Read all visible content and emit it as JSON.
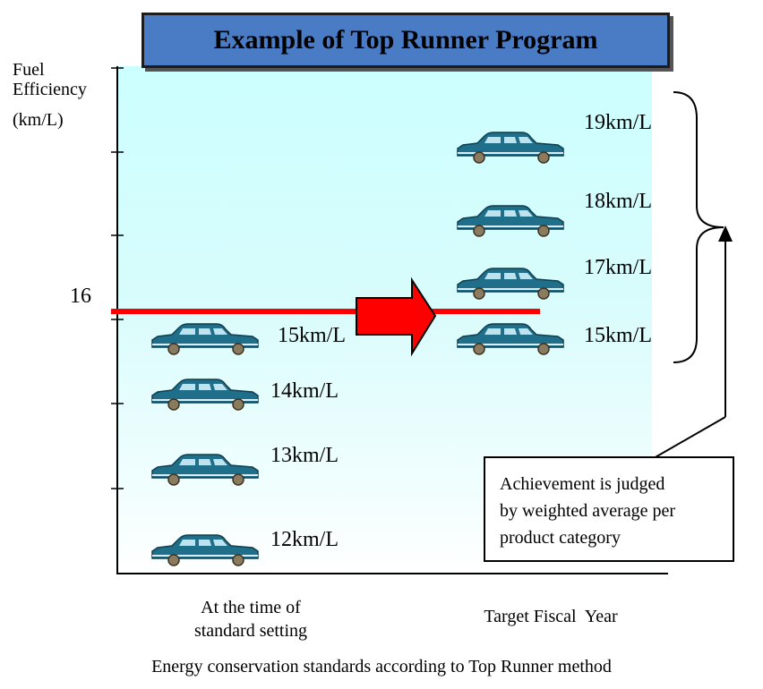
{
  "title": "Example of Top Runner Program",
  "y_axis": {
    "line1": "Fuel",
    "line2": "Efficiency",
    "line3": "(km/L)"
  },
  "standard_value": "16",
  "left_labels": [
    "15km/L",
    "14km/L",
    "13km/L",
    "12km/L"
  ],
  "right_labels": [
    "19km/L",
    "18km/L",
    "17km/L",
    "15km/L"
  ],
  "note": {
    "line1": "Achievement is judged",
    "line2": "by weighted average per",
    "line3": "product category"
  },
  "x_labels": {
    "left_line1": "At the time of",
    "left_line2": "standard setting",
    "right": "Target Fiscal  Year"
  },
  "caption": "Energy conservation standards according to Top Runner method",
  "colors": {
    "title_fill": "#4a7cc6",
    "car_body": "#1f6f8b",
    "standard_line": "#ff0000",
    "background": "#ccffff"
  }
}
